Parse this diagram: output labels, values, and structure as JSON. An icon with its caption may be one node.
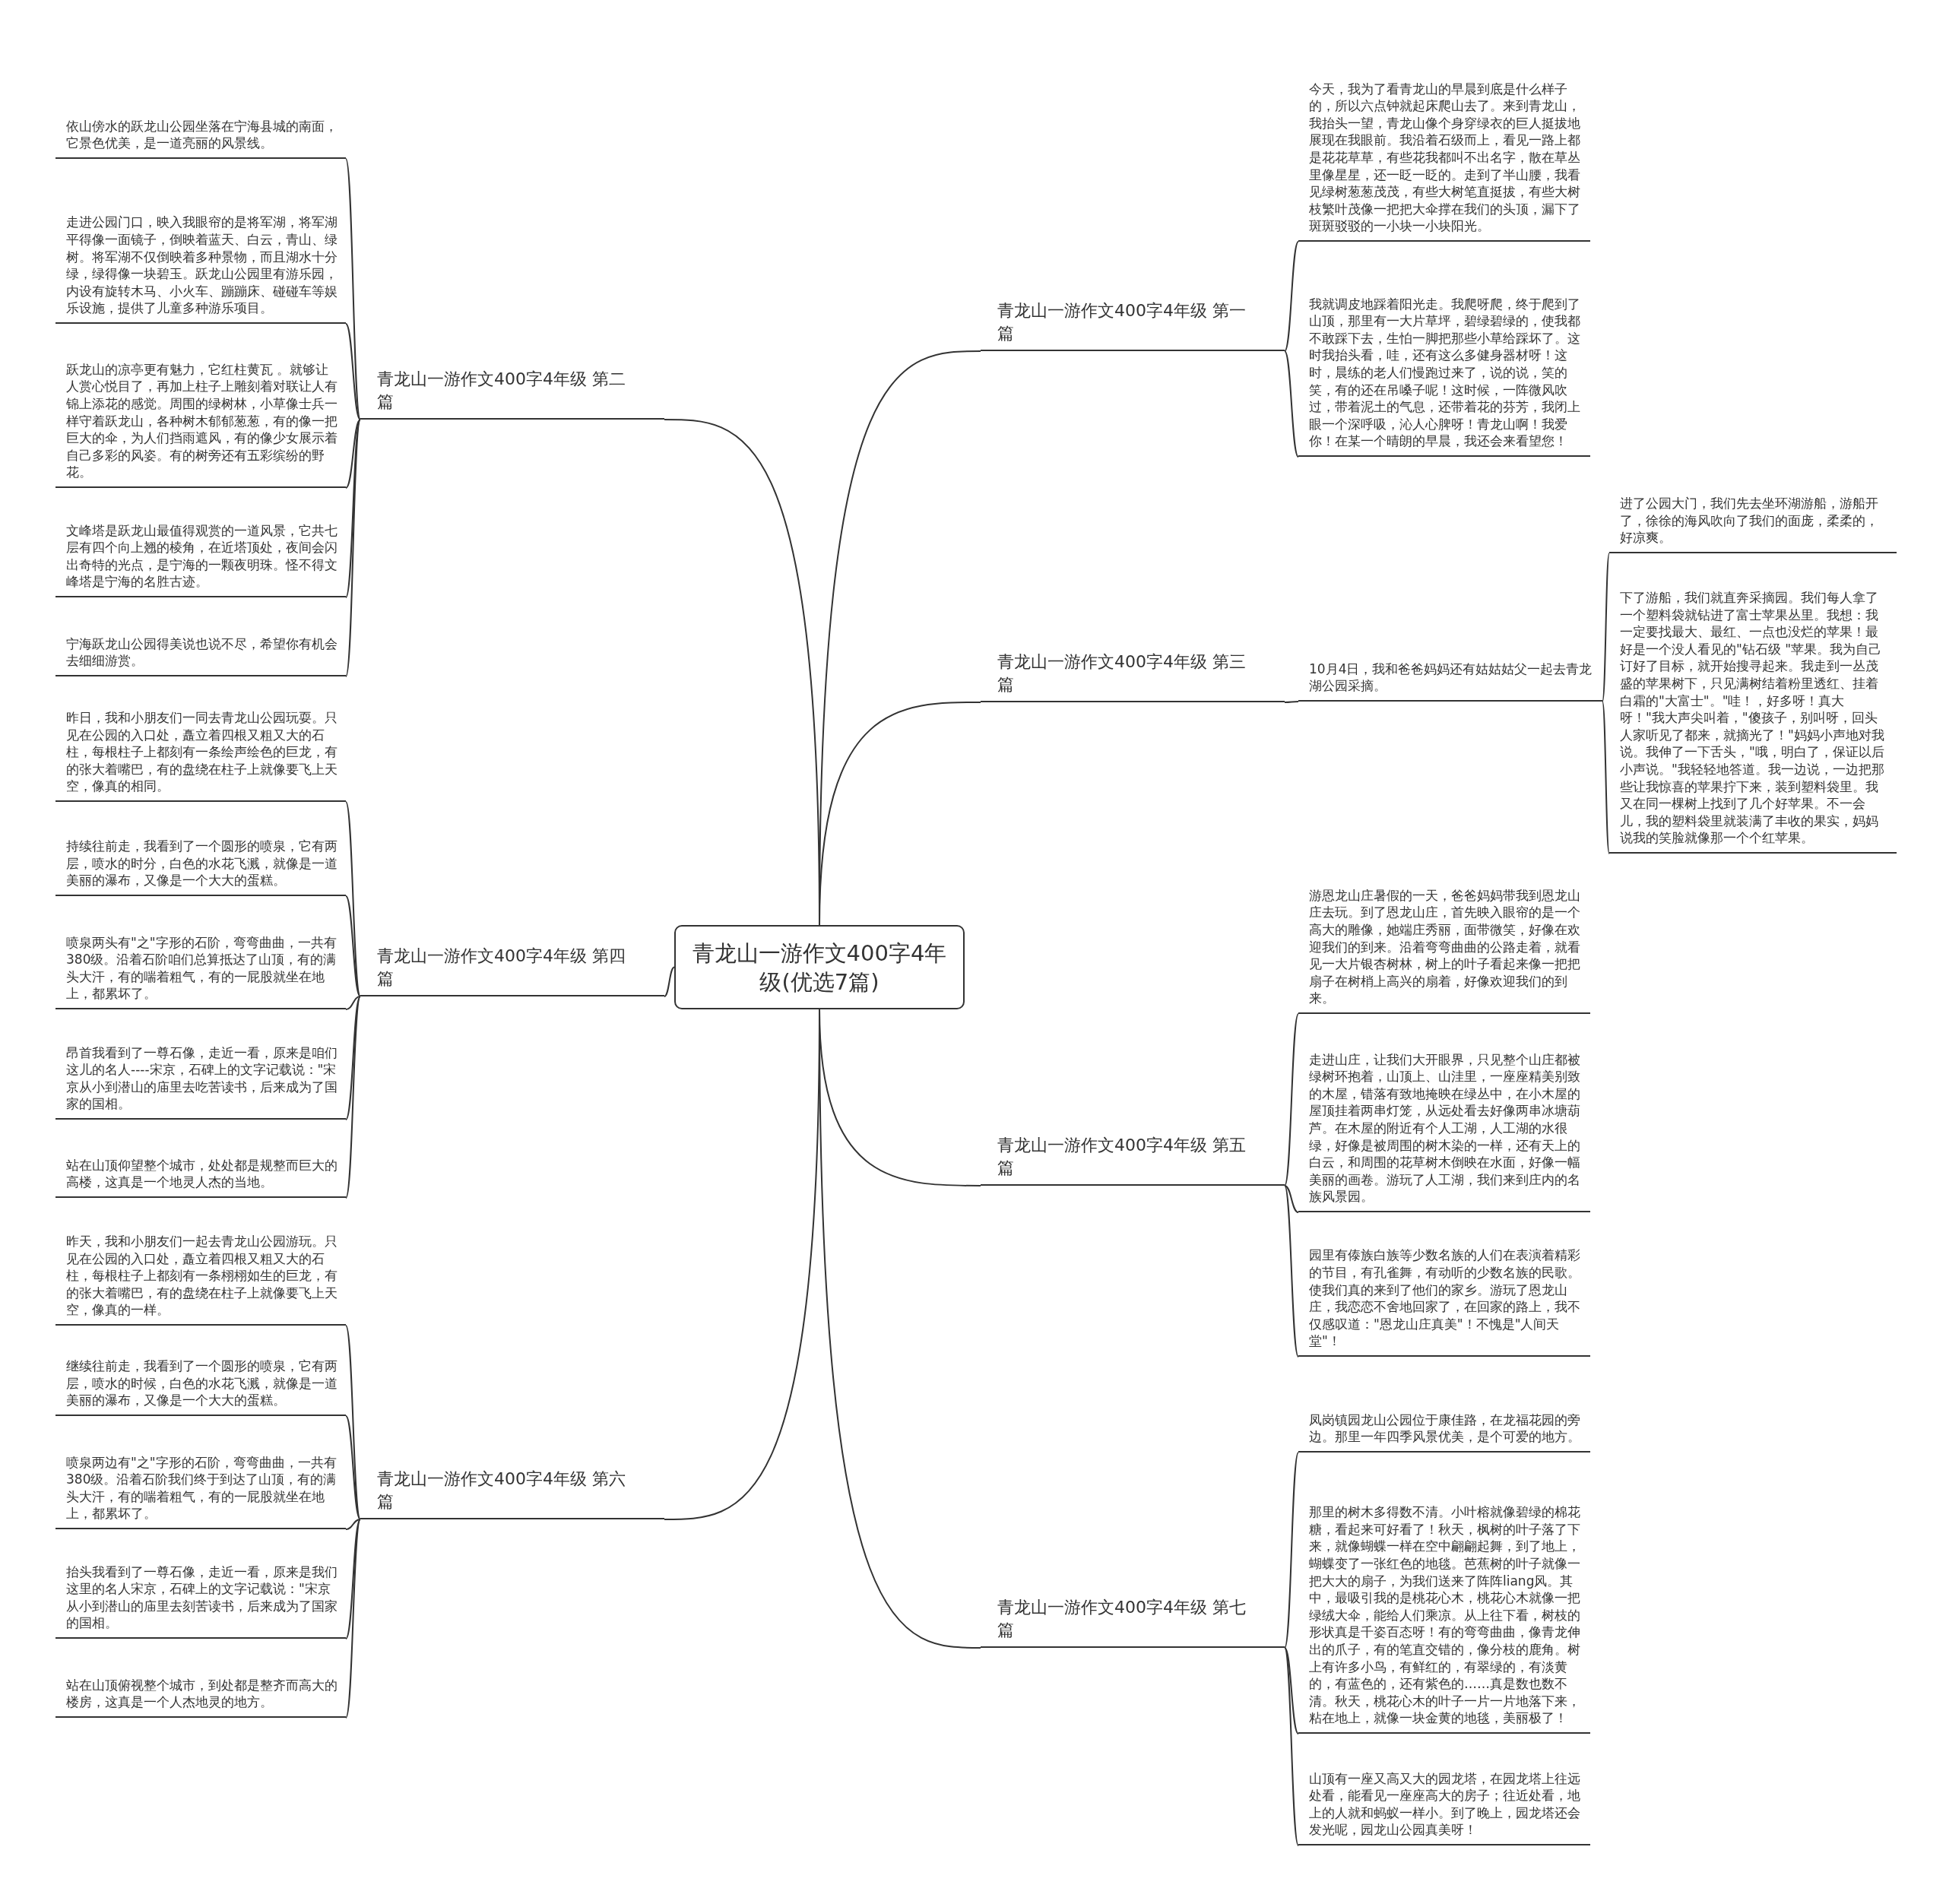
{
  "diagram": {
    "nodes": [
      {
        "text": [
          "青龙山一游作文400字4年级(优选7篇)"
        ]
      },
      {
        "text": [
          "青龙山一游作文400字4年级 第一篇"
        ]
      },
      {
        "text": [
          "今天，我为了看青龙山的早晨到底是什么样子的，所以六点钟就起床爬山去了。来到青龙山，我抬头一望，青龙山像个身穿绿衣的巨人挺拔地展现在我眼前。我沿着石级而上，看见一路上都是花花草草，有些花我都叫不出名字，散在草丛里像星星，还一眨一眨的。走到了半山腰，我看见绿树葱葱茂茂，有些大树笔直挺拔，有些大树枝繁叶茂像一把把大伞撑在我们的头顶，漏下了斑斑驳驳的一小块一小块阳光。"
        ]
      },
      {
        "text": [
          "我就调皮地踩着阳光走。我爬呀爬，终于爬到了山顶，那里有一大片草坪，碧绿碧绿的，使我都不敢踩下去，生怕一脚把那些小草给踩坏了。这时我抬头看，哇，还有这么多健身器材呀！这时，晨练的老人们慢跑过来了，说的说，笑的笑，有的还在吊嗓子呢！这时候，一阵微风吹过，带着泥土的气息，还带着花的芬芳，我闭上眼一个深呼吸，沁人心脾呀！青龙山啊！我爱你！在某一个晴朗的早晨，我还会来看望您！"
        ]
      },
      {
        "text": [
          "青龙山一游作文400字4年级 第二篇"
        ]
      },
      {
        "text": [
          "依山傍水的跃龙山公园坐落在宁海县城的南面，它景色优美，是一道亮丽的风景线。"
        ]
      },
      {
        "text": [
          "走进公园门口，映入我眼帘的是将军湖，将军湖平得像一面镜子，倒映着蓝天、白云，青山、绿树。将军湖不仅倒映着多种景物，而且湖水十分绿，绿得像一块碧玉。跃龙山公园里有游乐园，内设有旋转木马、小火车、蹦蹦床、碰碰车等娱乐设施，提供了儿童多种游乐项目。"
        ]
      },
      {
        "text": [
          "跃龙山的凉亭更有魅力，它红柱黄瓦 。就够让人赏心悦目了，再加上柱子上雕刻着对联让人有锦上添花的感觉。周围的绿树林，小草像士兵一样守着跃龙山，各种树木郁郁葱葱，有的像一把巨大的伞，为人们挡雨遮风，有的像少女展示着自己多彩的风姿。有的树旁还有五彩缤纷的野花。"
        ]
      },
      {
        "text": [
          "文峰塔是跃龙山最值得观赏的一道风景，它共七层有四个向上翘的棱角，在近塔顶处，夜间会闪出奇特的光点，是宁海的一颗夜明珠。怪不得文峰塔是宁海的名胜古迹。"
        ]
      },
      {
        "text": [
          "宁海跃龙山公园得美说也说不尽，希望你有机会去细细游赏。"
        ]
      },
      {
        "text": [
          "青龙山一游作文400字4年级 第三篇"
        ]
      },
      {
        "text": [
          "10月4日，我和爸爸妈妈还有姑姑姑父一起去青龙湖公园采摘。"
        ]
      },
      {
        "text": [
          "进了公园大门，我们先去坐环湖游船，游船开了，徐徐的海风吹向了我们的面庞，柔柔的，好凉爽。"
        ]
      },
      {
        "text": [
          "下了游船，我们就直奔采摘园。我们每人拿了一个塑料袋就钻进了富士苹果丛里。我想：我一定要找最大、最红、一点也没烂的苹果！最好是一个没人看见的\"钻石级 \"苹果。我为自己订好了目标，就开始搜寻起来。我走到一丛茂盛的苹果树下，只见满树结着粉里透红、挂着白霜的\"大富士\"。\"哇！，好多呀！真大呀！\"我大声尖叫着，\"傻孩子，别叫呀，回头人家听见了都来，就摘光了！\"妈妈小声地对我说。我伸了一下舌头，\"哦，明白了，保证以后小声说。\"我轻轻地答道。我一边说，一边把那些让我惊喜的苹果拧下来，装到塑料袋里。我又在同一棵树上找到了几个好苹果。不一会儿，我的塑料袋里就装满了丰收的果实，妈妈说我的笑脸就像那一个个红苹果。"
        ]
      },
      {
        "text": [
          "青龙山一游作文400字4年级 第四篇"
        ]
      },
      {
        "text": [
          "昨日，我和小朋友们一同去青龙山公园玩耍。只见在公园的入口处，矗立着四根又粗又大的石柱，每根柱子上都刻有一条绘声绘色的巨龙，有的张大着嘴巴，有的盘绕在柱子上就像要飞上天空，像真的相同。"
        ]
      },
      {
        "text": [
          "持续往前走，我看到了一个圆形的喷泉，它有两层，喷水的时分，白色的水花飞溅，就像是一道美丽的瀑布，又像是一个大大的蛋糕。"
        ]
      },
      {
        "text": [
          "喷泉两头有\"之\"字形的石阶，弯弯曲曲，一共有380级。沿着石阶咱们总算抵达了山顶，有的满头大汗，有的喘着粗气，有的一屁股就坐在地上，都累坏了。"
        ]
      },
      {
        "text": [
          "昂首我看到了一尊石像，走近一看，原来是咱们这儿的名人----宋京，石碑上的文字记载说：\"宋京从小到潜山的庙里去吃苦读书，后来成为了国家的国相。"
        ]
      },
      {
        "text": [
          "站在山顶仰望整个城市，处处都是规整而巨大的高楼，这真是一个地灵人杰的当地。"
        ]
      },
      {
        "text": [
          "青龙山一游作文400字4年级 第五篇"
        ]
      },
      {
        "text": [
          "游恩龙山庄暑假的一天，爸爸妈妈带我到恩龙山庄去玩。到了恩龙山庄，首先映入眼帘的是一个高大的雕像，她端庄秀丽，面带微笑，好像在欢迎我们的到来。沿着弯弯曲曲的公路走着，就看见一大片银杏树林，树上的叶子看起来像一把把扇子在树梢上高兴的扇着，好像欢迎我们的到来。"
        ]
      },
      {
        "text": [
          "走进山庄，让我们大开眼界，只见整个山庄都被绿树环抱着，山顶上、山洼里，一座座精美别致的木屋，错落有致地掩映在绿丛中，在小木屋的屋顶挂着两串灯笼，从远处看去好像两串冰塘葫芦。在木屋的附近有个人工湖，人工湖的水很绿，好像是被周围的树木染的一样，还有天上的白云，和周围的花草树木倒映在水面，好像一幅美丽的画卷。游玩了人工湖，我们来到庄内的名族风景园。"
        ]
      },
      {
        "text": [
          "园里有傣族白族等少数名族的人们在表演着精彩的节目，有孔雀舞，有动听的少数名族的民歌。使我们真的来到了他们的家乡。游玩了恩龙山庄，我恋恋不舍地回家了，在回家的路上，我不仅感叹道：\"恩龙山庄真美\"！不愧是\"人间天堂\"！"
        ]
      },
      {
        "text": [
          "青龙山一游作文400字4年级 第六篇"
        ]
      },
      {
        "text": [
          "昨天，我和小朋友们一起去青龙山公园游玩。只见在公园的入口处，矗立着四根又粗又大的石柱，每根柱子上都刻有一条栩栩如生的巨龙，有的张大着嘴巴，有的盘绕在柱子上就像要飞上天空，像真的一样。"
        ]
      },
      {
        "text": [
          "继续往前走，我看到了一个圆形的喷泉，它有两层，喷水的时候，白色的水花飞溅，就像是一道美丽的瀑布，又像是一个大大的蛋糕。"
        ]
      },
      {
        "text": [
          "喷泉两边有\"之\"字形的石阶，弯弯曲曲，一共有380级。沿着石阶我们终于到达了山顶，有的满头大汗，有的喘着粗气，有的一屁股就坐在地上，都累坏了。"
        ]
      },
      {
        "text": [
          "抬头我看到了一尊石像，走近一看，原来是我们这里的名人宋京，石碑上的文字记载说：\"宋京从小到潜山的庙里去刻苦读书，后来成为了国家的国相。"
        ]
      },
      {
        "text": [
          "站在山顶俯视整个城市，到处都是整齐而高大的楼房，这真是一个人杰地灵的地方。"
        ]
      },
      {
        "text": [
          "青龙山一游作文400字4年级 第七篇"
        ]
      },
      {
        "text": [
          "凤岗镇园龙山公园位于康佳路，在龙福花园的旁边。那里一年四季风景优美，是个可爱的地方。"
        ]
      },
      {
        "text": [
          "那里的树木多得数不清。小叶榕就像碧绿的棉花糖，看起来可好看了！秋天，枫树的叶子落了下来，就像蝴蝶一样在空中翩翩起舞，到了地上，蝴蝶变了一张红色的地毯。芭蕉树的叶子就像一把大大的扇子，为我们送来了阵阵liang风。其中，最吸引我的是桃花心木，桃花心木就像一把绿绒大伞，能给人们乘凉。从上往下看，树枝的形状真是千姿百态呀！有的弯弯曲曲，像青龙伸出的爪子，有的笔直交错的，像分枝的鹿角。树上有许多小鸟，有鲜红的，有翠绿的，有淡黄的，有蓝色的，还有紫色的……真是数也数不清。秋天，桃花心木的叶子一片一片地落下来，粘在地上，就像一块金黄的地毯，美丽极了！"
        ]
      },
      {
        "text": [
          "山顶有一座又高又大的园龙塔，在园龙塔上往远处看，能看见一座座高大的房子；往近处看，地上的人就和蚂蚁一样小。到了晚上，园龙塔还会发光呢，园龙山公园真美呀！"
        ]
      }
    ],
    "edges": [
      {
        "from": 0,
        "to": 1,
        "arrow": "none"
      },
      {
        "from": 0,
        "to": 4,
        "arrow": "none"
      },
      {
        "from": 0,
        "to": 10,
        "arrow": "none"
      },
      {
        "from": 0,
        "to": 14,
        "arrow": "none"
      },
      {
        "from": 0,
        "to": 20,
        "arrow": "none"
      },
      {
        "from": 0,
        "to": 24,
        "arrow": "none"
      },
      {
        "from": 0,
        "to": 30,
        "arrow": "none"
      },
      {
        "from": 1,
        "to": 2,
        "arrow": "none"
      },
      {
        "from": 1,
        "to": 3,
        "arrow": "none"
      },
      {
        "from": 4,
        "to": 5,
        "arrow": "none"
      },
      {
        "from": 4,
        "to": 6,
        "arrow": "none"
      },
      {
        "from": 4,
        "to": 7,
        "arrow": "none"
      },
      {
        "from": 4,
        "to": 8,
        "arrow": "none"
      },
      {
        "from": 4,
        "to": 9,
        "arrow": "none"
      },
      {
        "from": 10,
        "to": 11,
        "arrow": "none"
      },
      {
        "from": 11,
        "to": 12,
        "arrow": "none"
      },
      {
        "from": 11,
        "to": 13,
        "arrow": "none"
      },
      {
        "from": 14,
        "to": 15,
        "arrow": "none"
      },
      {
        "from": 14,
        "to": 16,
        "arrow": "none"
      },
      {
        "from": 14,
        "to": 17,
        "arrow": "none"
      },
      {
        "from": 14,
        "to": 18,
        "arrow": "none"
      },
      {
        "from": 14,
        "to": 19,
        "arrow": "none"
      },
      {
        "from": 20,
        "to": 21,
        "arrow": "none"
      },
      {
        "from": 20,
        "to": 22,
        "arrow": "none"
      },
      {
        "from": 20,
        "to": 23,
        "arrow": "none"
      },
      {
        "from": 24,
        "to": 25,
        "arrow": "none"
      },
      {
        "from": 24,
        "to": 26,
        "arrow": "none"
      },
      {
        "from": 24,
        "to": 27,
        "arrow": "none"
      },
      {
        "from": 24,
        "to": 28,
        "arrow": "none"
      },
      {
        "from": 24,
        "to": 29,
        "arrow": "none"
      },
      {
        "from": 30,
        "to": 31,
        "arrow": "none"
      },
      {
        "from": 30,
        "to": 32,
        "arrow": "none"
      },
      {
        "from": 30,
        "to": 33,
        "arrow": "none"
      }
    ]
  }
}
